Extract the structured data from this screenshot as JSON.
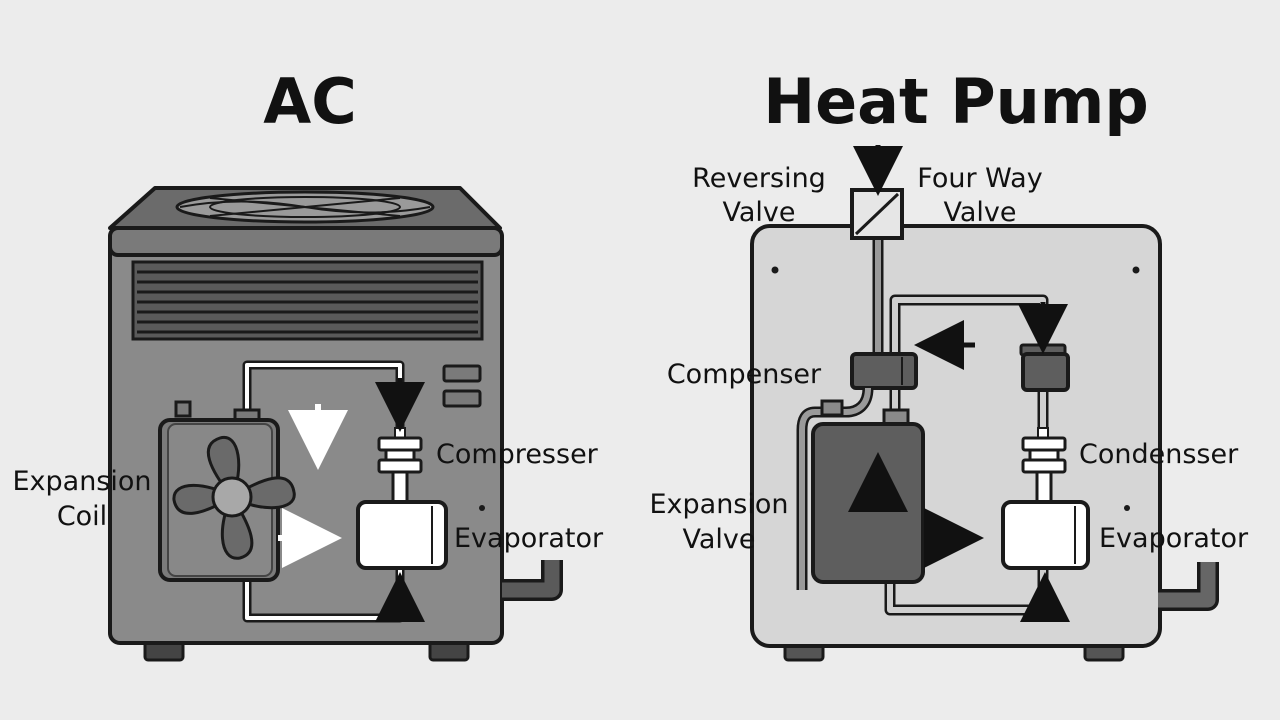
{
  "ac": {
    "title": "AC",
    "labels": {
      "compressor": "Compresser",
      "evaporator": "Evaporator",
      "expansion_coil_line1": "Expansion",
      "expansion_coil_line2": "Coil"
    }
  },
  "heat_pump": {
    "title": "Heat Pump",
    "labels": {
      "reversing_line1": "Reversing",
      "reversing_line2": "Valve",
      "four_way_line1": "Four Way",
      "four_way_line2": "Valve",
      "compenser": "Compenser",
      "condenser": "Condensser",
      "expansion_valve_line1": "Expansion",
      "expansion_valve_line2": "Valve",
      "evaporator": "Evaporator"
    }
  },
  "colors": {
    "background": "#ececec",
    "outline": "#1a1a1a",
    "ac_body": "#8a8a8a",
    "ac_top": "#6b6b6b",
    "heat_pump_body": "#d6d6d6",
    "dark_component": "#5e5e5e",
    "white_component": "#ffffff"
  }
}
